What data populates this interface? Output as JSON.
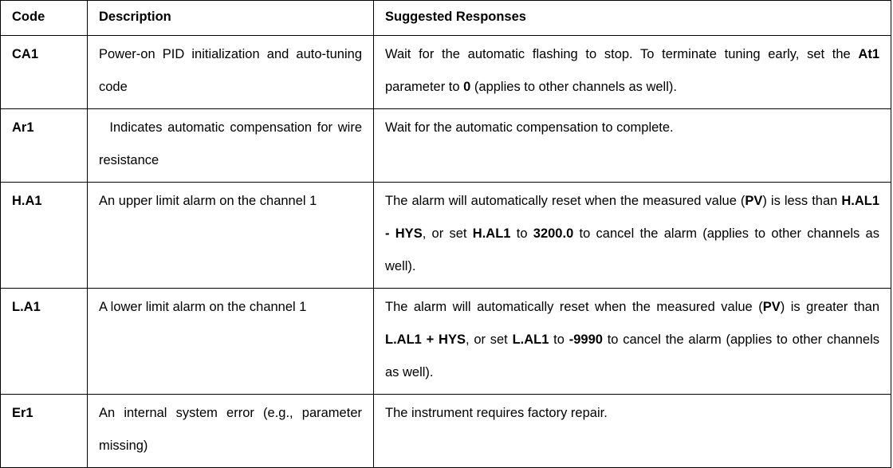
{
  "headers": {
    "code": "Code",
    "description": "Description",
    "responses": "Suggested Responses"
  },
  "rows": [
    {
      "code": "CA1",
      "description": "Power-on PID initialization and auto-tuning code",
      "response": {
        "t1": "Wait for the automatic flashing to stop. To terminate tuning early, set the ",
        "b1": "At1",
        "t2": " parameter to ",
        "b2": "0",
        "t3": " (applies to other channels as well)."
      }
    },
    {
      "code": "Ar1",
      "description": "Indicates automatic compensation for wire resistance",
      "response": {
        "t1": "Wait for the automatic compensation to complete."
      }
    },
    {
      "code": "H.A1",
      "description": "An upper limit alarm on the channel 1",
      "response": {
        "t1": "The alarm will automatically reset when the measured value (",
        "b1": "PV",
        "t2": ") is less than ",
        "b2": "H.AL1 - HYS",
        "t3": ", or set ",
        "b3": "H.AL1",
        "t4": " to ",
        "b4": "3200.0",
        "t5": " to cancel the alarm (applies to other channels as well)."
      }
    },
    {
      "code": "L.A1",
      "description": "A lower limit alarm on the channel 1",
      "response": {
        "t1": "The alarm will automatically reset when the measured value (",
        "b1": "PV",
        "t2": ") is greater than ",
        "b2": "L.AL1 + HYS",
        "t3": ", or set ",
        "b3": "L.AL1",
        "t4": " to ",
        "b4": "-9990",
        "t5": " to cancel the alarm (applies to other channels as well)."
      }
    },
    {
      "code": "Er1",
      "description": "An internal system error (e.g., parameter missing)",
      "response": {
        "t1": "The instrument requires factory repair."
      }
    }
  ]
}
